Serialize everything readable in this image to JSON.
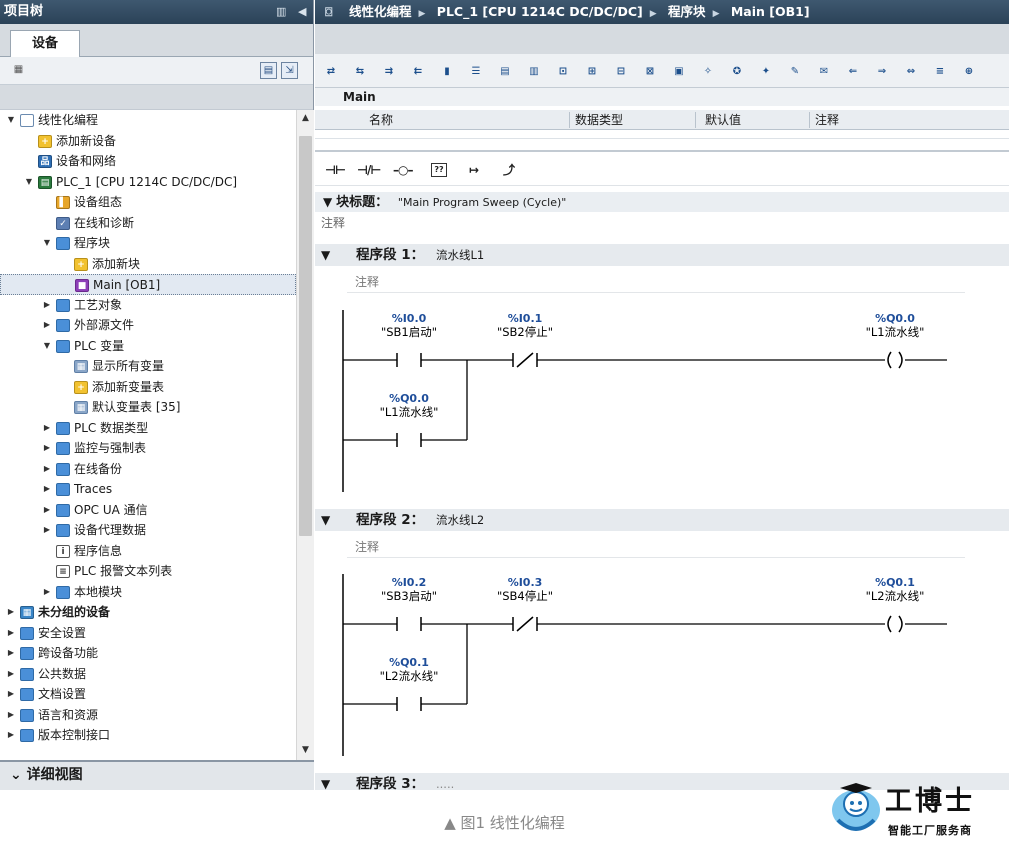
{
  "left_panel": {
    "title": "项目树",
    "tab_devices": "设备",
    "detail_view": "详细视图",
    "tree": [
      {
        "label": "线性化编程",
        "level": 0,
        "twisty": "▼",
        "icon": "project",
        "bold": false
      },
      {
        "label": "添加新设备",
        "level": 1,
        "twisty": "",
        "icon": "add",
        "bold": false
      },
      {
        "label": "设备和网络",
        "level": 1,
        "twisty": "",
        "icon": "network",
        "bold": false
      },
      {
        "label": "PLC_1 [CPU 1214C DC/DC/DC]",
        "level": 1,
        "twisty": "▼",
        "icon": "plc",
        "bold": false
      },
      {
        "label": "设备组态",
        "level": 2,
        "twisty": "",
        "icon": "config",
        "bold": false
      },
      {
        "label": "在线和诊断",
        "level": 2,
        "twisty": "",
        "icon": "diag",
        "bold": false
      },
      {
        "label": "程序块",
        "level": 2,
        "twisty": "▼",
        "icon": "folder",
        "bold": false
      },
      {
        "label": "添加新块",
        "level": 3,
        "twisty": "",
        "icon": "add",
        "bold": false
      },
      {
        "label": "Main [OB1]",
        "level": 3,
        "twisty": "",
        "icon": "ob",
        "bold": false,
        "selected": true
      },
      {
        "label": "工艺对象",
        "level": 2,
        "twisty": "▶",
        "icon": "folder",
        "bold": false
      },
      {
        "label": "外部源文件",
        "level": 2,
        "twisty": "▶",
        "icon": "folder",
        "bold": false
      },
      {
        "label": "PLC 变量",
        "level": 2,
        "twisty": "▼",
        "icon": "folder",
        "bold": false
      },
      {
        "label": "显示所有变量",
        "level": 3,
        "twisty": "",
        "icon": "table",
        "bold": false
      },
      {
        "label": "添加新变量表",
        "level": 3,
        "twisty": "",
        "icon": "add",
        "bold": false
      },
      {
        "label": "默认变量表 [35]",
        "level": 3,
        "twisty": "",
        "icon": "table",
        "bold": false
      },
      {
        "label": "PLC 数据类型",
        "level": 2,
        "twisty": "▶",
        "icon": "folder",
        "bold": false
      },
      {
        "label": "监控与强制表",
        "level": 2,
        "twisty": "▶",
        "icon": "folder",
        "bold": false
      },
      {
        "label": "在线备份",
        "level": 2,
        "twisty": "▶",
        "icon": "folder",
        "bold": false
      },
      {
        "label": "Traces",
        "level": 2,
        "twisty": "▶",
        "icon": "folder",
        "bold": false
      },
      {
        "label": "OPC UA 通信",
        "level": 2,
        "twisty": "▶",
        "icon": "folder",
        "bold": false
      },
      {
        "label": "设备代理数据",
        "level": 2,
        "twisty": "▶",
        "icon": "folder",
        "bold": false
      },
      {
        "label": "程序信息",
        "level": 2,
        "twisty": "",
        "icon": "info",
        "bold": false
      },
      {
        "label": "PLC 报警文本列表",
        "level": 2,
        "twisty": "",
        "icon": "doc",
        "bold": false
      },
      {
        "label": "本地模块",
        "level": 2,
        "twisty": "▶",
        "icon": "folder",
        "bold": false
      },
      {
        "label": "未分组的设备",
        "level": 0,
        "twisty": "▶",
        "icon": "group",
        "bold": true
      },
      {
        "label": "安全设置",
        "level": 0,
        "twisty": "▶",
        "icon": "folder",
        "bold": false
      },
      {
        "label": "跨设备功能",
        "level": 0,
        "twisty": "▶",
        "icon": "folder",
        "bold": false
      },
      {
        "label": "公共数据",
        "level": 0,
        "twisty": "▶",
        "icon": "folder",
        "bold": false
      },
      {
        "label": "文档设置",
        "level": 0,
        "twisty": "▶",
        "icon": "folder",
        "bold": false
      },
      {
        "label": "语言和资源",
        "level": 0,
        "twisty": "▶",
        "icon": "folder",
        "bold": false
      },
      {
        "label": "版本控制接口",
        "level": 0,
        "twisty": "▶",
        "icon": "folder",
        "bold": false
      }
    ]
  },
  "breadcrumb": [
    "线性化编程",
    "PLC_1 [CPU 1214C DC/DC/DC]",
    "程序块",
    "Main [OB1]"
  ],
  "interface": {
    "title": "Main",
    "col_name": "名称",
    "col_type": "数据类型",
    "col_default": "默认值",
    "col_comment": "注释"
  },
  "block": {
    "title_label": "块标题：",
    "title_value": "\"Main Program Sweep (Cycle)\"",
    "comment": "注释"
  },
  "networks": [
    {
      "label": "程序段 1：",
      "title": "流水线L1",
      "comment": "注释",
      "contacts": [
        {
          "addr": "%I0.0",
          "tag": "\"SB1启动\"",
          "type": "NO"
        },
        {
          "addr": "%I0.1",
          "tag": "\"SB2停止\"",
          "type": "NC"
        }
      ],
      "branch": {
        "addr": "%Q0.0",
        "tag": "\"L1流水线\"",
        "type": "NO"
      },
      "coil": {
        "addr": "%Q0.0",
        "tag": "\"L1流水线\""
      }
    },
    {
      "label": "程序段 2：",
      "title": "流水线L2",
      "comment": "注释",
      "contacts": [
        {
          "addr": "%I0.2",
          "tag": "\"SB3启动\"",
          "type": "NO"
        },
        {
          "addr": "%I0.3",
          "tag": "\"SB4停止\"",
          "type": "NC"
        }
      ],
      "branch": {
        "addr": "%Q0.1",
        "tag": "\"L2流水线\"",
        "type": "NO"
      },
      "coil": {
        "addr": "%Q0.1",
        "tag": "\"L2流水线\""
      }
    },
    {
      "label": "程序段 3：",
      "title": "....."
    }
  ],
  "caption": "▲ 图1 线性化编程",
  "logo": {
    "main": "工博士",
    "sub": "智能工厂服务商"
  },
  "colors": {
    "accent": "#2b4257",
    "addr": "#1f4e9a",
    "wire": "#000000"
  }
}
